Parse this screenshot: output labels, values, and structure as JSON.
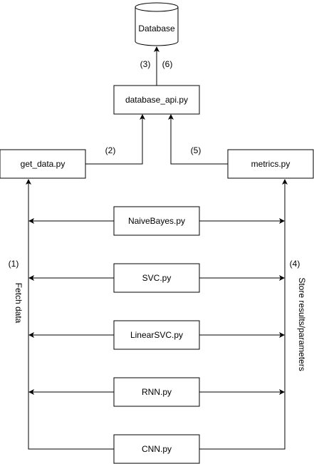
{
  "diagram": {
    "database": {
      "label": "Database"
    },
    "nodes": {
      "database_api": "database_api.py",
      "get_data": "get_data.py",
      "metrics": "metrics.py",
      "naive_bayes": "NaiveBayes.py",
      "svc": "SVC.py",
      "linear_svc": "LinearSVC.py",
      "rnn": "RNN.py",
      "cnn": "CNN.py"
    },
    "step_labels": {
      "s1": "(1)",
      "s2": "(2)",
      "s3": "(3)",
      "s4": "(4)",
      "s5": "(5)",
      "s6": "(6)"
    },
    "side_labels": {
      "fetch": "Fetch data",
      "store": "Store results/parameters"
    }
  }
}
